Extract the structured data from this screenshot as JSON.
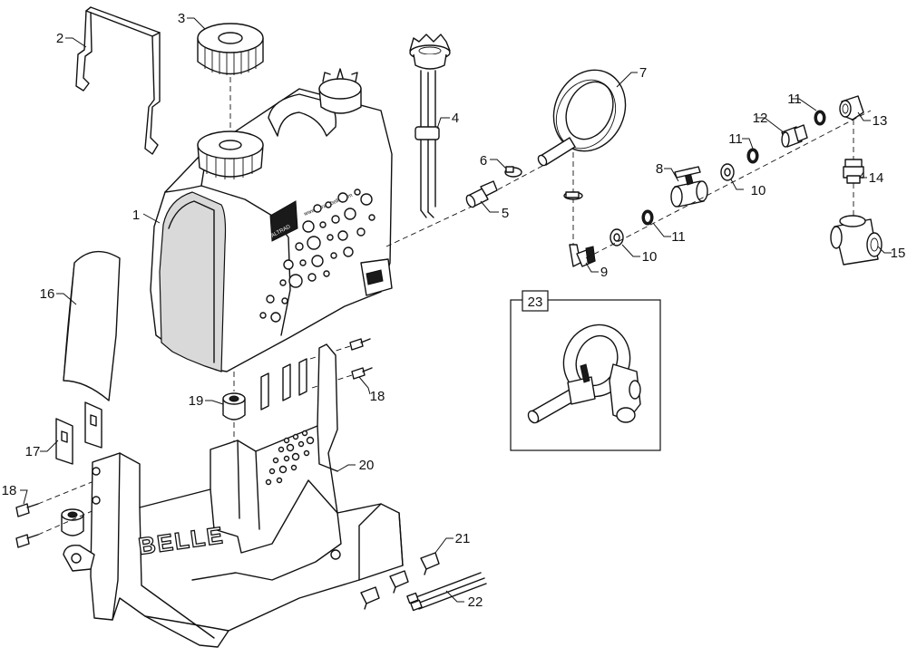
{
  "diagram": {
    "callouts": [
      {
        "id": "c1",
        "label": "1"
      },
      {
        "id": "c2",
        "label": "2"
      },
      {
        "id": "c3",
        "label": "3"
      },
      {
        "id": "c4",
        "label": "4"
      },
      {
        "id": "c5",
        "label": "5"
      },
      {
        "id": "c6",
        "label": "6"
      },
      {
        "id": "c7",
        "label": "7"
      },
      {
        "id": "c8",
        "label": "8"
      },
      {
        "id": "c9",
        "label": "9"
      },
      {
        "id": "c10a",
        "label": "10"
      },
      {
        "id": "c10b",
        "label": "10"
      },
      {
        "id": "c11a",
        "label": "11"
      },
      {
        "id": "c11b",
        "label": "11"
      },
      {
        "id": "c11c",
        "label": "11"
      },
      {
        "id": "c12",
        "label": "12"
      },
      {
        "id": "c13",
        "label": "13"
      },
      {
        "id": "c14",
        "label": "14"
      },
      {
        "id": "c15",
        "label": "15"
      },
      {
        "id": "c16",
        "label": "16"
      },
      {
        "id": "c17",
        "label": "17"
      },
      {
        "id": "c18a",
        "label": "18"
      },
      {
        "id": "c18b",
        "label": "18"
      },
      {
        "id": "c19",
        "label": "19"
      },
      {
        "id": "c20",
        "label": "20"
      },
      {
        "id": "c21",
        "label": "21"
      },
      {
        "id": "c22",
        "label": "22"
      }
    ],
    "kit_box_label": "23",
    "frame_brand": "BELLE",
    "tank_brand": "ALTRAD",
    "tank_url": "www.altrad-belle.com"
  }
}
